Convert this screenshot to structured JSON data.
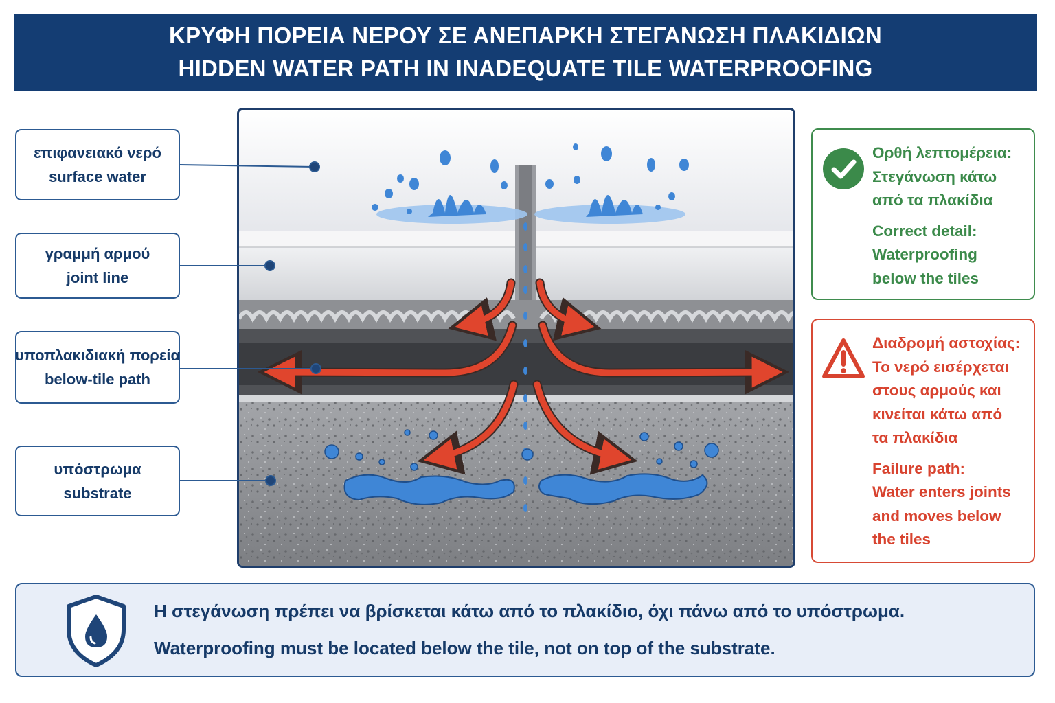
{
  "header": {
    "title_greek": "ΚΡΥΦΗ ΠΟΡΕΙΑ ΝΕΡΟΥ ΣΕ ΑΝΕΠΑΡΚΗ ΣΤΕΓΑΝΩΣΗ ΠΛΑΚΙΔΙΩΝ",
    "title_english": "HIDDEN WATER PATH IN INADEQUATE TILE WATERPROOFING",
    "background": "#143d73"
  },
  "labels": [
    {
      "greek": "επιφανειακό νερό",
      "english": "surface water"
    },
    {
      "greek": "γραμμή αρμού",
      "english": "joint line"
    },
    {
      "greek": "υποπλακιδιακή πορεία",
      "english": "below-tile path"
    },
    {
      "greek": "υπόστρωμα",
      "english": "substrate"
    }
  ],
  "correct_detail": {
    "icon": "check-circle-icon",
    "color": "#3b8a4a",
    "greek_lines": [
      "Ορθή λεπτομέρεια:",
      "Στεγάνωση κάτω",
      "από τα πλακίδια"
    ],
    "english_lines": [
      "Correct detail:",
      "Waterproofing",
      "below the tiles"
    ]
  },
  "failure_path": {
    "icon": "warning-triangle-icon",
    "color": "#d8432f",
    "greek_lines": [
      "Διαδρομή αστοχίας:",
      "Το νερό εισέρχεται",
      "στους αρμούς και",
      "κινείται κάτω από",
      "τα πλακίδια"
    ],
    "english_lines": [
      "Failure path:",
      "Water enters joints",
      "and moves below",
      "the tiles"
    ]
  },
  "footer": {
    "icon": "shield-water-drop-icon",
    "greek": "Η στεγάνωση πρέπει να βρίσκεται κάτω από το πλακίδιο, όχι πάνω από το υπόστρωμα.",
    "english": "Waterproofing must be located below the tile, not on top of the substrate."
  },
  "colors": {
    "navy": "#143d73",
    "water": "#3f86d6",
    "arrow": "#e0452d",
    "tile": "#e4e5e8",
    "substrate": "#8b8d91"
  }
}
